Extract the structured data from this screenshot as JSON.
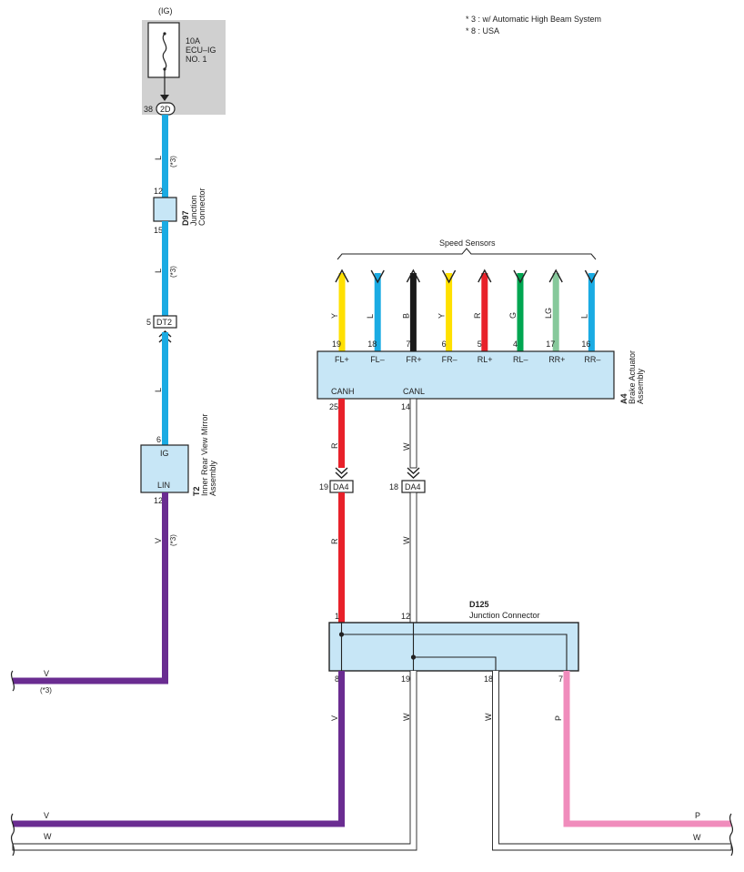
{
  "colors": {
    "L": "#1aabe3",
    "Y": "#ffe000",
    "B": "#1a1a1a",
    "R": "#e8212a",
    "G": "#00a651",
    "LG": "#86c99b",
    "V": "#6a2c91",
    "W": "#ffffff",
    "P": "#f08cbc",
    "connector_fill": "#c7e6f6",
    "fuse_box": "#d0d0d0"
  },
  "notes": [
    "* 3 : w/ Automatic High Beam System",
    "* 8 : USA"
  ],
  "fuse": {
    "supply": "(IG)",
    "rating": "10A",
    "name_line1": "ECU–IG",
    "name_line2": "NO. 1",
    "pin": "38",
    "connector": "2D"
  },
  "d97": {
    "id": "D97",
    "name_line1": "Junction",
    "name_line2": "Connector",
    "pin_top": "12",
    "pin_bottom": "15"
  },
  "dt2": {
    "pin": "5",
    "label": "DT2"
  },
  "t2": {
    "id": "T2",
    "name_line1": "Inner Rear View Mirror",
    "name_line2": "Assembly",
    "pin_ig": "6",
    "pin_lin": "12",
    "label_ig": "IG",
    "label_lin": "LIN"
  },
  "a4": {
    "id": "A4",
    "name_line1": "Brake Actuator",
    "name_line2": "Assembly",
    "speed_sensors": "Speed Sensors",
    "pins": [
      {
        "num": "19",
        "label": "FL+",
        "color": "Y"
      },
      {
        "num": "18",
        "label": "FL–",
        "color": "L"
      },
      {
        "num": "7",
        "label": "FR+",
        "color": "B"
      },
      {
        "num": "6",
        "label": "FR–",
        "color": "Y"
      },
      {
        "num": "5",
        "label": "RL+",
        "color": "R"
      },
      {
        "num": "4",
        "label": "RL–",
        "color": "G"
      },
      {
        "num": "17",
        "label": "RR+",
        "color": "LG"
      },
      {
        "num": "16",
        "label": "RR–",
        "color": "L"
      }
    ],
    "canh": "CANH",
    "canl": "CANL",
    "canh_pin": "25",
    "canl_pin": "14"
  },
  "da4": {
    "label": "DA4",
    "pin_r": "19",
    "pin_w": "18"
  },
  "d125": {
    "id": "D125",
    "name": "Junction Connector",
    "pin_in_r": "1",
    "pin_in_w": "12",
    "pin_out_v": "8",
    "pin_out_w1": "19",
    "pin_out_w2": "18",
    "pin_out_p": "7"
  },
  "wire_labels": {
    "L": "L",
    "V": "V",
    "R": "R",
    "W": "W",
    "P": "P",
    "note3": "(*3)"
  }
}
